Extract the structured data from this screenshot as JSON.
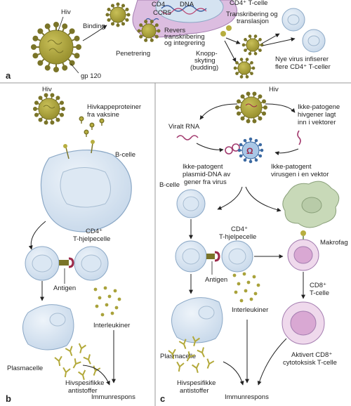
{
  "panel_a": {
    "letter": "a",
    "hiv": "Hiv",
    "gp120": "gp 120",
    "binding": "Binding",
    "penetrering": "Penetrering",
    "cd4": "CD4",
    "ccr5": "CCR5",
    "dna": "DNA",
    "cd4_tcell": "CD4⁺ T-celle",
    "transkribering": [
      "Transkribering og",
      "translasjon"
    ],
    "revers": [
      "Revers",
      "transkribering",
      "og integrering"
    ],
    "knopp": [
      "Knopp-",
      "skyting",
      "(budding)"
    ],
    "nye_virus": [
      "Nye virus infiserer",
      "flere CD4⁺ T-celler"
    ]
  },
  "panel_b": {
    "letter": "b",
    "hiv": "Hiv",
    "hivkappe": [
      "Hivkappeproteiner",
      "fra vaksine"
    ],
    "bcelle": "B-celle",
    "cd4": [
      "CD4⁺",
      "T-hjelpecelle"
    ],
    "antigen": "Antigen",
    "interleukiner": "Interleukiner",
    "plasmacelle": "Plasmacelle",
    "antistoffer": [
      "Hivspesifikke",
      "antistoffer"
    ],
    "immunrespons": "Immunrespons"
  },
  "panel_c": {
    "letter": "c",
    "hiv": "Hiv",
    "viralt_rna": "Viralt RNA",
    "ikke_patogene_hivgener": [
      "Ikke-patogene",
      "hivgener lagt",
      "inn i vektorer"
    ],
    "plasmid": [
      "Ikke-patogent",
      "plasmid-DNA av",
      "gener fra virus"
    ],
    "virusgen": [
      "Ikke-patogent",
      "virusgen i en vektor"
    ],
    "omega": "Ω",
    "bcelle": "B-celle",
    "makrofag": "Makrofag",
    "cd4": [
      "CD4⁺",
      "T-hjelpecelle"
    ],
    "antigen": "Antigen",
    "interleukiner": "Interleukiner",
    "cd8": [
      "CD8⁺",
      "T-celle"
    ],
    "plasmacelle": "Plasmacelle",
    "aktivert": [
      "Aktivert CD8⁺",
      "cytotoksisk T-celle"
    ],
    "antistoffer": [
      "Hivspesifikke",
      "antistoffer"
    ],
    "immunrespons": "Immunrespons"
  },
  "colors": {
    "virus": "#a9a23a",
    "virus_dark": "#7a7428",
    "cell_fill": "#d6e4f2",
    "cell_stroke": "#7f9bb8",
    "tcell_purple": "#e7bfe0",
    "macrophage": "#c8d9b8",
    "rna": "#a23a6e"
  }
}
